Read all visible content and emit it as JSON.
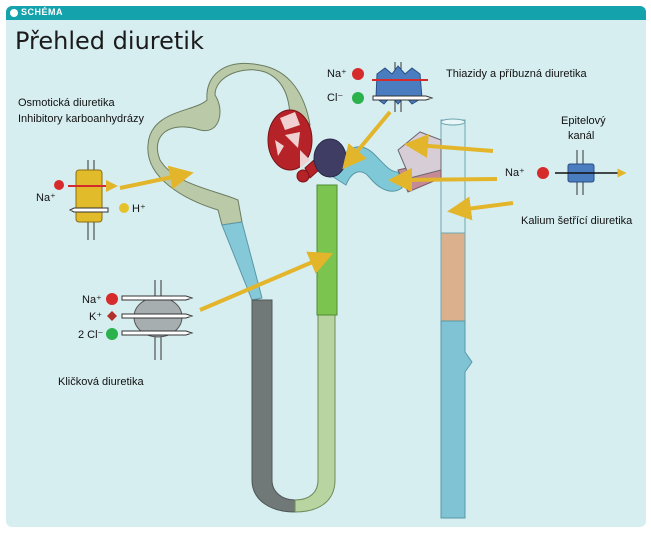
{
  "header": {
    "label": "SCHÉMA"
  },
  "title": "Přehled diuretik",
  "labels": {
    "osmotic": "Osmotická diuretika",
    "carbonic": "Inhibitory karboanhydrázy",
    "thiazide": "Thiazidy a příbuzná diuretika",
    "epithelial_line1": "Epitelový",
    "epithelial_line2": "kanál",
    "potassium": "Kalium šetřící diuretika",
    "loop": "Kličková diuretika"
  },
  "ions": {
    "na": "Na⁺",
    "h": "H⁺",
    "cl": "Cl⁻",
    "k": "K⁺",
    "cl2": "2 Cl⁻"
  },
  "colors": {
    "header": "#14a3ad",
    "background": "#d7eef1",
    "sodium": "#d62b2b",
    "chloride": "#2bb24c",
    "potassium": "#b0302a",
    "proton": "#e6c22a",
    "arrow": "#e3b52a"
  }
}
